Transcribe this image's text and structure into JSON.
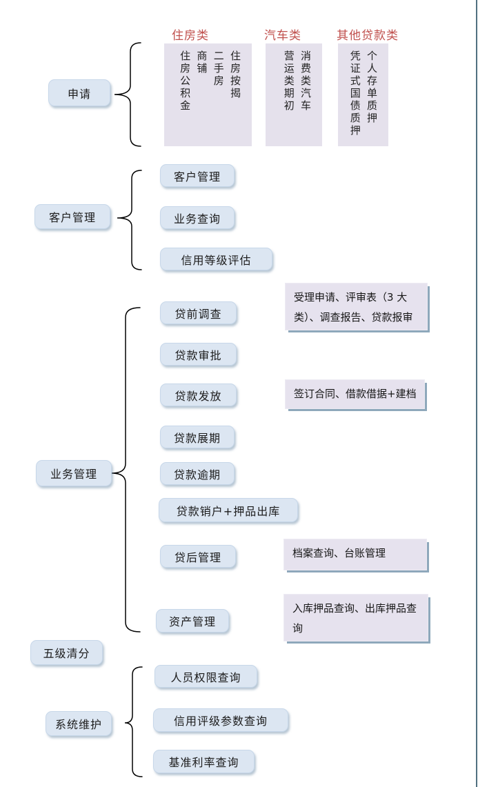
{
  "colors": {
    "category_header": "#c0504d",
    "node_fill": "#dce6f2",
    "note_fill": "#e6e2ee",
    "note_shadow": "#8ea8bb",
    "page_border_line": "#50707f"
  },
  "apply": {
    "parent": "申请",
    "groups": [
      {
        "header": "住房类",
        "items": [
          "住房按揭",
          "二手房",
          "商铺",
          "住房公积金"
        ]
      },
      {
        "header": "汽车类",
        "items": [
          "消费类汽车",
          "营运类期初"
        ]
      },
      {
        "header": "其他贷款类",
        "items": [
          "个人存单质押",
          "凭证式国债质押"
        ]
      }
    ]
  },
  "customer": {
    "parent": "客户管理",
    "children": [
      "客户管理",
      "业务查询",
      "信用等级评估"
    ]
  },
  "business": {
    "parent": "业务管理",
    "children": [
      "贷前调查",
      "贷款审批",
      "贷款发放",
      "贷款展期",
      "贷款逾期",
      "贷款销户+押品出库",
      "贷后管理",
      "资产管理"
    ],
    "notes": [
      "受理申请、评审表（3 大类）、调查报告、贷款报审",
      "签订合同、借款借据+建档",
      "档案查询、台账管理",
      "入库押品查询、出库押品查询"
    ]
  },
  "classification": {
    "parent": "五级清分"
  },
  "system": {
    "parent": "系统维护",
    "children": [
      "人员权限查询",
      "信用评级参数查询",
      "基准利率查询"
    ]
  }
}
